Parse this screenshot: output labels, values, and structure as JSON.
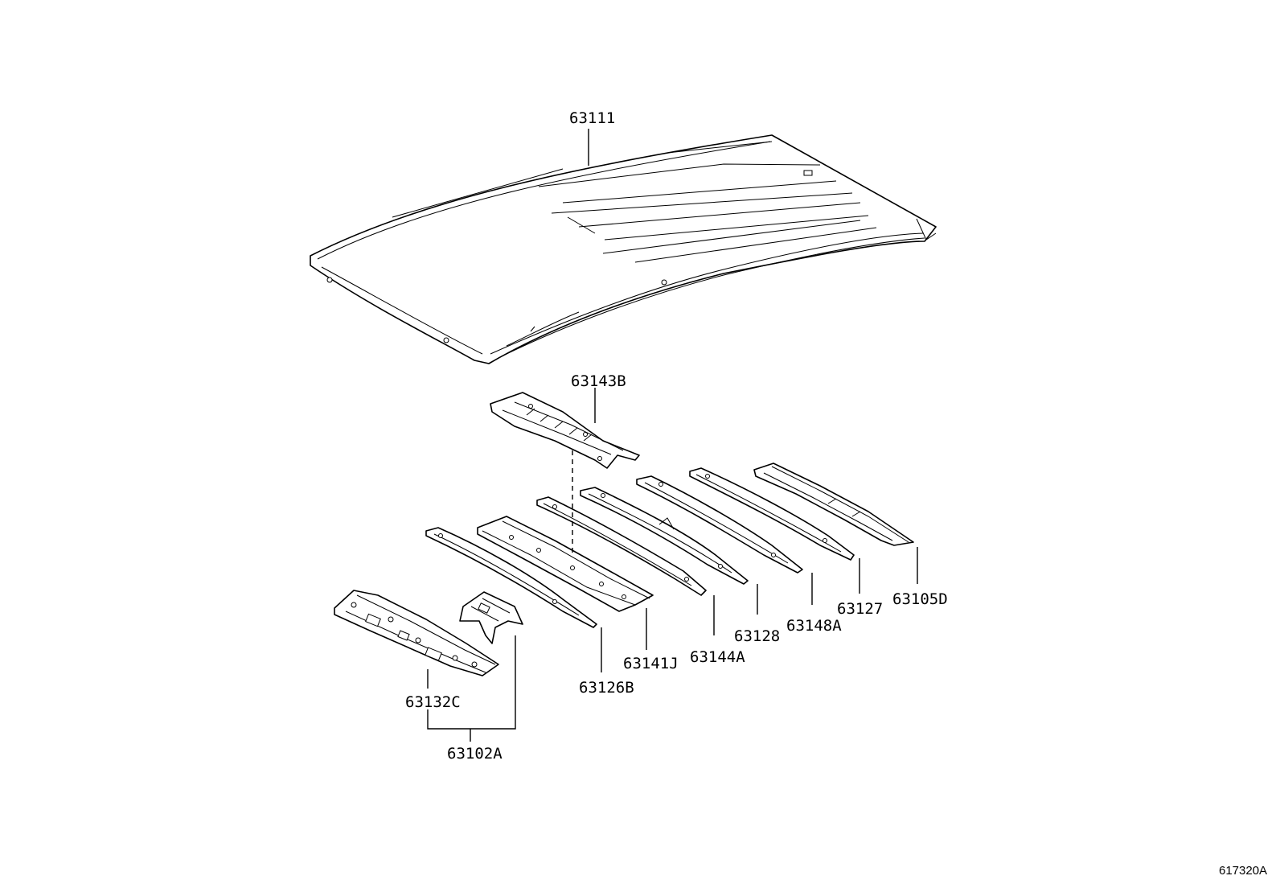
{
  "diagram": {
    "parts": [
      {
        "id": "roof",
        "label": "63111"
      },
      {
        "id": "rear-cross-panel",
        "label": "63143B"
      },
      {
        "id": "rail-126",
        "label": "63126B"
      },
      {
        "id": "rail-141",
        "label": "63141J"
      },
      {
        "id": "rail-144",
        "label": "63144A"
      },
      {
        "id": "rail-128",
        "label": "63128"
      },
      {
        "id": "rail-148",
        "label": "63148A"
      },
      {
        "id": "rail-127",
        "label": "63127"
      },
      {
        "id": "front-header",
        "label": "63105D"
      },
      {
        "id": "rear-header-panel",
        "label": "63132C"
      },
      {
        "id": "bracket-assy",
        "label": "63102A"
      }
    ],
    "figure_code": "617320A"
  }
}
